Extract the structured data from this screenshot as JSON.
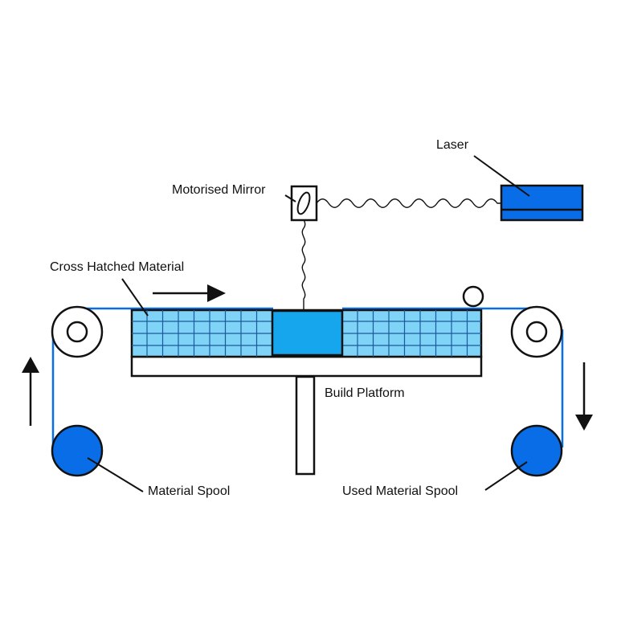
{
  "labels": {
    "laser": "Laser",
    "mirror": "Motorised Mirror",
    "material": "Cross Hatched Material",
    "platform": "Build Platform",
    "material_spool": "Material Spool",
    "used_spool": "Used Material Spool"
  },
  "colors": {
    "accent": "#0a6de8",
    "hatch_fill": "#7fd3f7",
    "hatch_line": "#1a5a9a",
    "cut_fill": "#16a6ee",
    "stroke": "#111111"
  },
  "icons": {
    "feed_arrow": "arrow-right-icon",
    "return_arrow": "arrow-up-icon",
    "take_up_arrow": "arrow-down-icon"
  }
}
